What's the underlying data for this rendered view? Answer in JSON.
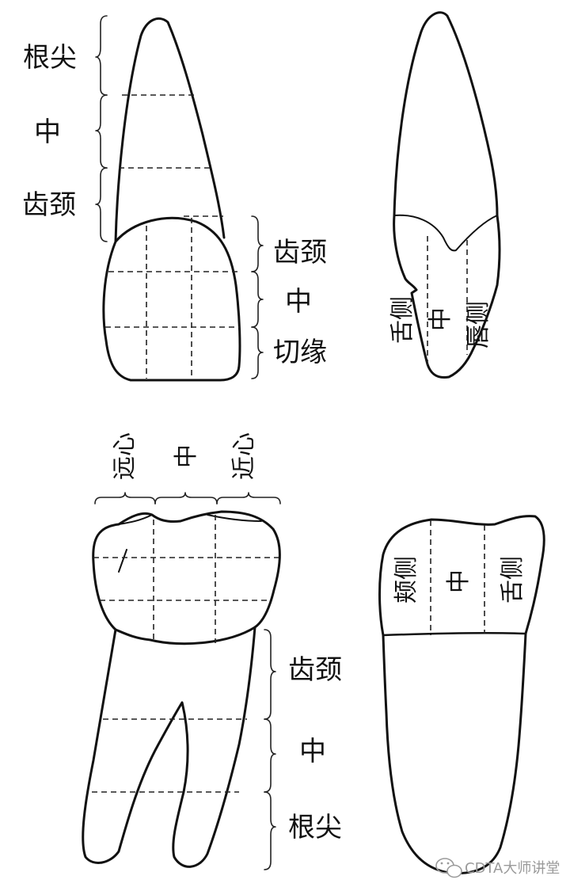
{
  "upper_left": {
    "root_labels": [
      "根尖",
      "中",
      "齿颈"
    ],
    "crown_labels": [
      "齿颈",
      "中",
      "切缘"
    ]
  },
  "upper_right": {
    "labels": [
      "舌侧",
      "中",
      "唇侧"
    ]
  },
  "lower_left": {
    "top_labels": [
      "远心",
      "中",
      "近心"
    ],
    "root_labels": [
      "齿颈",
      "中",
      "根尖"
    ]
  },
  "lower_right": {
    "labels": [
      "颊侧",
      "中",
      "舌侧"
    ]
  },
  "watermark": {
    "text": "CDTA大师讲堂"
  }
}
